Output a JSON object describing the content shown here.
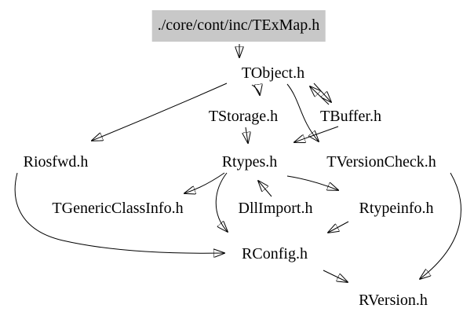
{
  "graph": {
    "kind": "include-dependency-graph",
    "nodes": [
      {
        "id": "texmap",
        "label": "./core/cont/inc/TExMap.h",
        "highlighted": true
      },
      {
        "id": "tobject",
        "label": "TObject.h"
      },
      {
        "id": "tstorage",
        "label": "TStorage.h"
      },
      {
        "id": "tbuffer",
        "label": "TBuffer.h"
      },
      {
        "id": "riosfwd",
        "label": "Riosfwd.h"
      },
      {
        "id": "rtypes",
        "label": "Rtypes.h"
      },
      {
        "id": "tversioncheck",
        "label": "TVersionCheck.h"
      },
      {
        "id": "tgenericclassinfo",
        "label": "TGenericClassInfo.h"
      },
      {
        "id": "dllimport",
        "label": "DllImport.h"
      },
      {
        "id": "rtypeinfo",
        "label": "Rtypeinfo.h"
      },
      {
        "id": "rconfig",
        "label": "RConfig.h"
      },
      {
        "id": "rversion",
        "label": "RVersion.h"
      }
    ],
    "edges": [
      {
        "from": "./core/cont/inc/TExMap.h",
        "to": "TObject.h"
      },
      {
        "from": "TObject.h",
        "to": "Riosfwd.h"
      },
      {
        "from": "TObject.h",
        "to": "TStorage.h"
      },
      {
        "from": "TObject.h",
        "to": "TBuffer.h"
      },
      {
        "from": "TBuffer.h",
        "to": "TObject.h"
      },
      {
        "from": "TObject.h",
        "to": "TVersionCheck.h"
      },
      {
        "from": "TStorage.h",
        "to": "Rtypes.h"
      },
      {
        "from": "TBuffer.h",
        "to": "Rtypes.h"
      },
      {
        "from": "Rtypes.h",
        "to": "TGenericClassInfo.h"
      },
      {
        "from": "Rtypes.h",
        "to": "Rtypeinfo.h"
      },
      {
        "from": "DllImport.h",
        "to": "Rtypes.h"
      },
      {
        "from": "Rtypes.h",
        "to": "RConfig.h"
      },
      {
        "from": "Riosfwd.h",
        "to": "RConfig.h"
      },
      {
        "from": "Rtypeinfo.h",
        "to": "RConfig.h"
      },
      {
        "from": "RConfig.h",
        "to": "RVersion.h"
      },
      {
        "from": "TVersionCheck.h",
        "to": "RVersion.h"
      }
    ],
    "colors": {
      "highlight_bg": "#c8c8c8",
      "edge": "#000000",
      "text": "#000000",
      "background": "#ffffff"
    }
  }
}
